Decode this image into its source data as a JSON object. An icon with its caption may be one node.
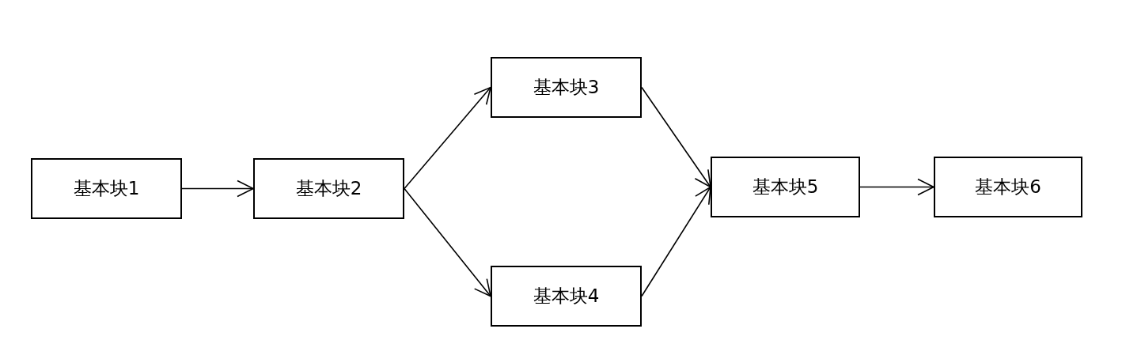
{
  "diagram": {
    "nodes": [
      {
        "text": [
          "基本块1"
        ]
      },
      {
        "text": [
          "基本块2"
        ]
      },
      {
        "text": [
          "基本块3"
        ]
      },
      {
        "text": [
          "基本块4"
        ]
      },
      {
        "text": [
          "基本块5"
        ]
      },
      {
        "text": [
          "基本块6"
        ]
      }
    ],
    "edges": [
      {
        "from": 0,
        "to": 1,
        "arrow": "to"
      },
      {
        "from": 1,
        "to": 2,
        "arrow": "to"
      },
      {
        "from": 1,
        "to": 3,
        "arrow": "to"
      },
      {
        "from": 2,
        "to": 4,
        "arrow": "to"
      },
      {
        "from": 3,
        "to": 4,
        "arrow": "to"
      },
      {
        "from": 4,
        "to": 5,
        "arrow": "to"
      }
    ]
  }
}
